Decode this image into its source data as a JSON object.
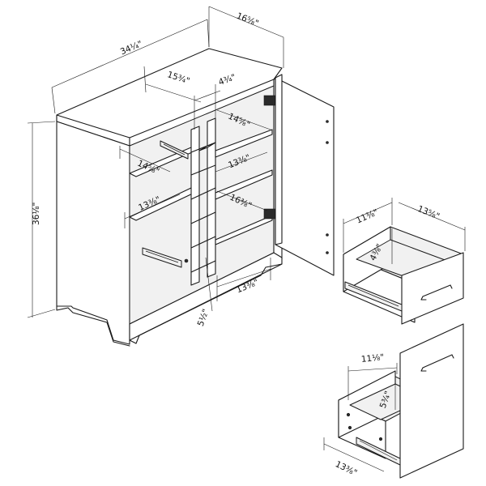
{
  "dimensions": {
    "cabinet_width": "34¼\"",
    "cabinet_depth": "16⅝\"",
    "cabinet_height": "36⅛\"",
    "shelf_width_top": "15¾\"",
    "cubby_width": "4¾\"",
    "door_shelf_depth_top": "14⅝\"",
    "door_shelf_height_upper": "13⅜\"",
    "door_shelf_height_lower": "16⅜\"",
    "left_shelf_depth": "14⅝\"",
    "left_shelf_height": "13⅜\"",
    "bottom_gap": "5½\"",
    "bottom_width": "13⅜\"",
    "drawer_width": "11⅜\"",
    "drawer_depth": "13⅝\"",
    "drawer_height": "4⅜\"",
    "file_drawer_width": "11⅛\"",
    "file_drawer_height": "5¾\"",
    "file_drawer_depth": "13⅜\""
  }
}
